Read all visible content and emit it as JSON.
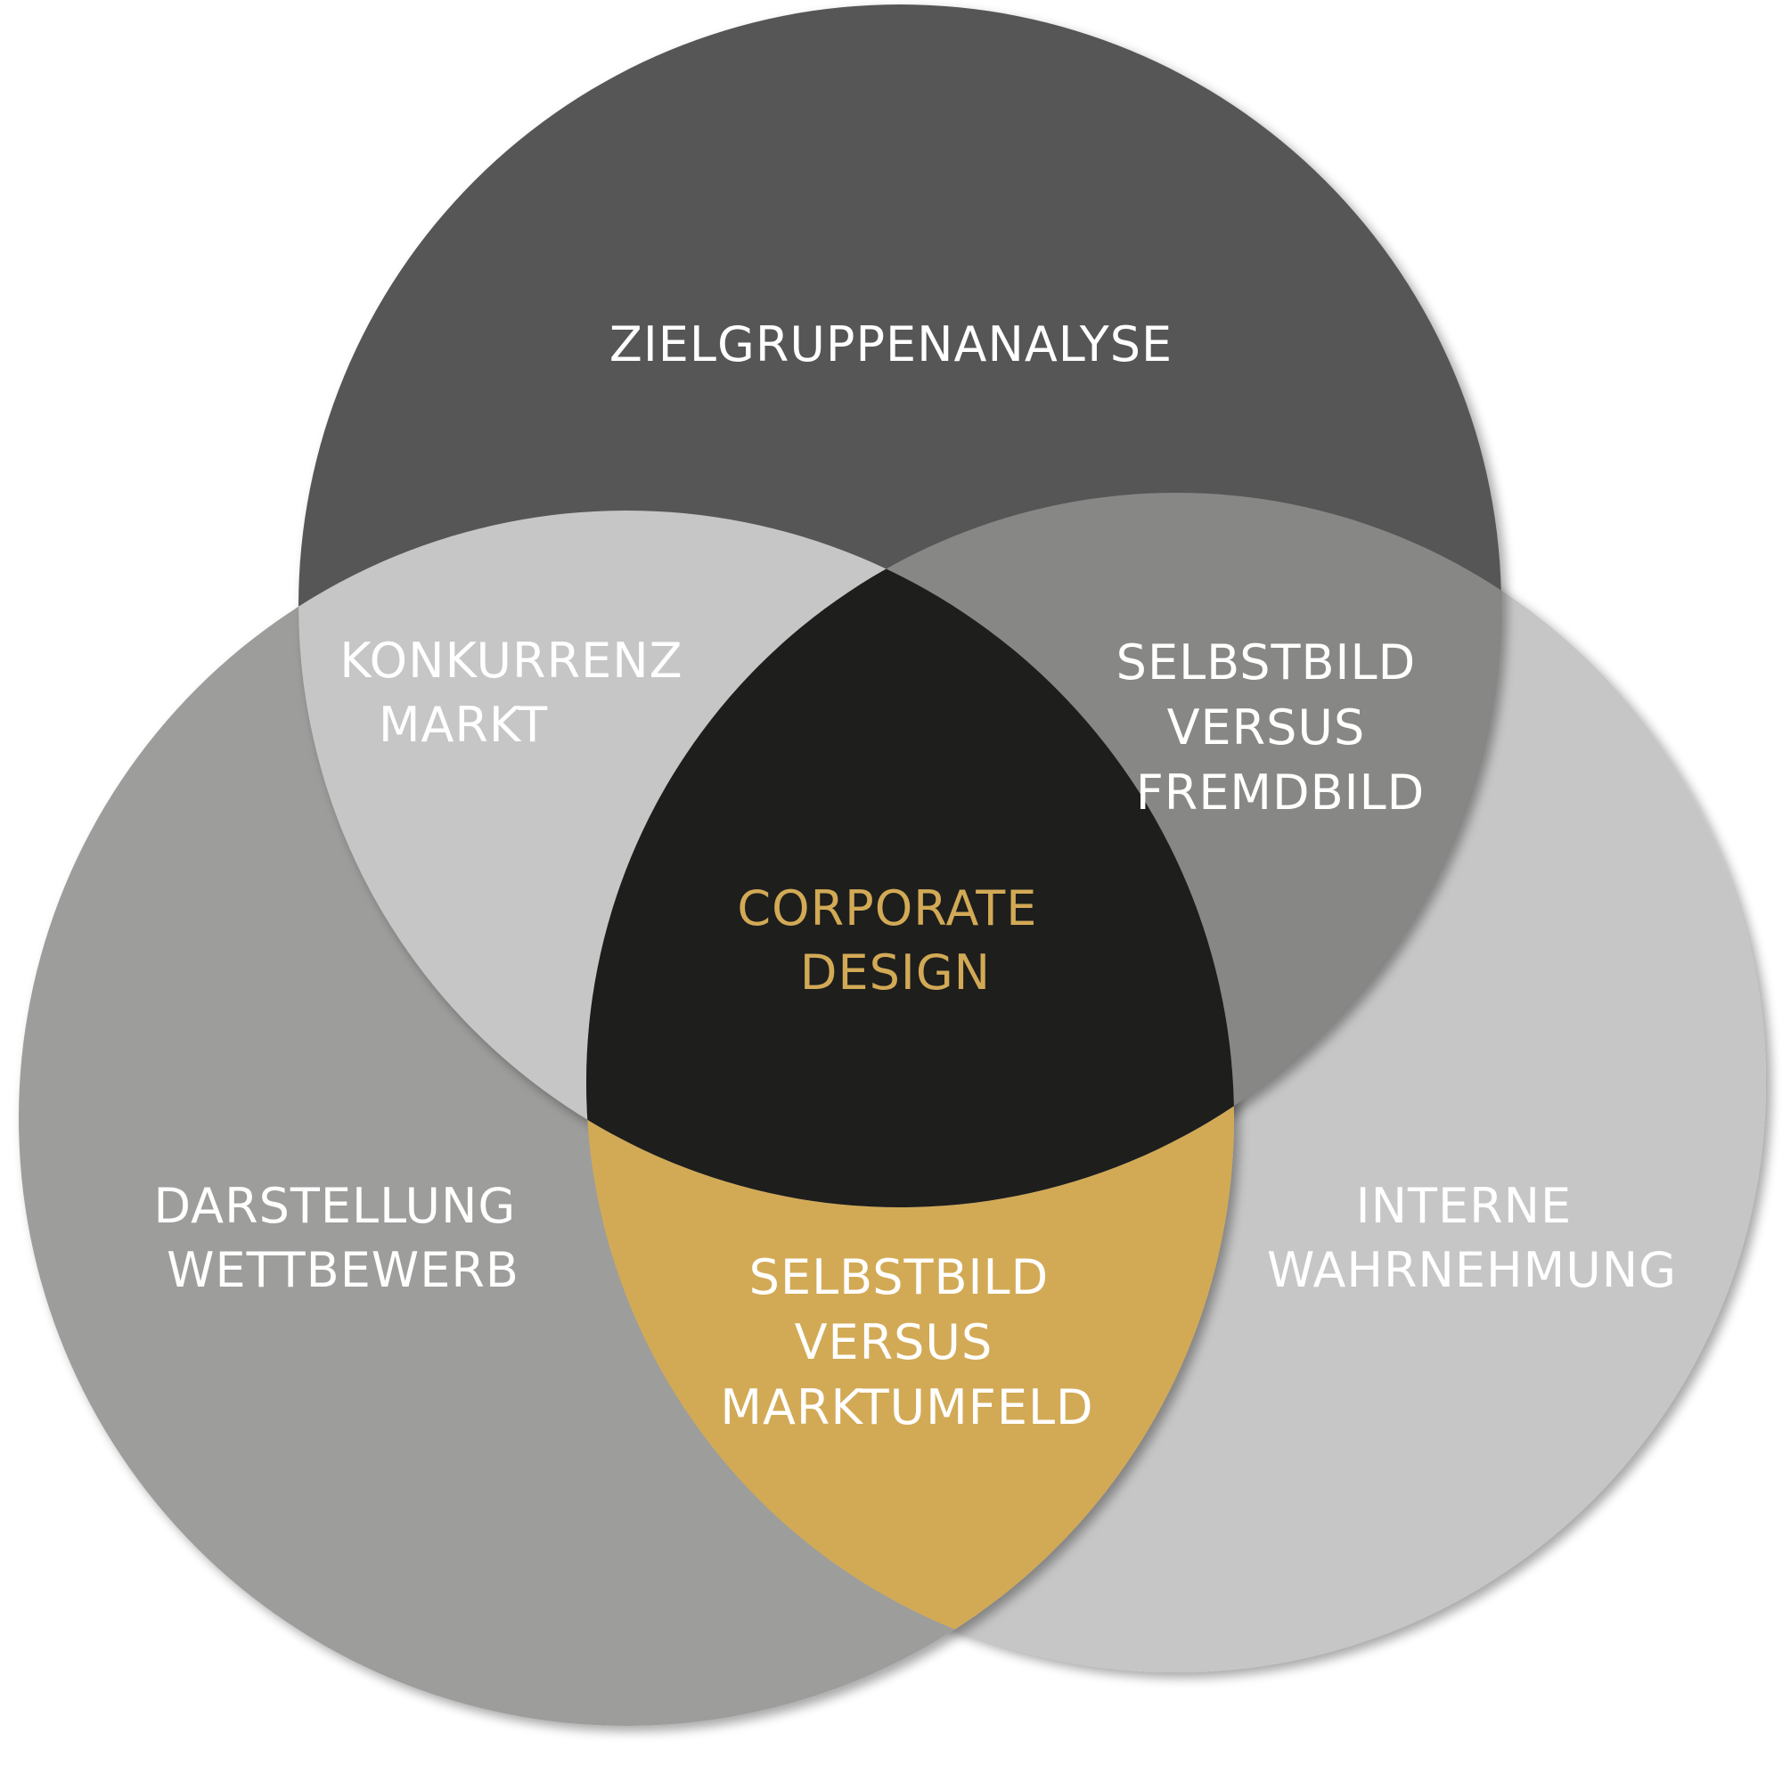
{
  "colors": {
    "top_circle": "#575757",
    "left_circle": "#9d9d9c",
    "right_circle": "#c6c6c6",
    "top_left_overlap": "#c6c6c6",
    "top_right_overlap": "#878785",
    "left_right_overlap": "#d2aa56",
    "center": "#1e1e1c",
    "label_light": "#ffffff",
    "label_accent": "#d2aa56"
  },
  "labels": {
    "top": [
      "ZIELGRUPPENANALYSE"
    ],
    "top_left": [
      "KONKURRENZ",
      "MARKT"
    ],
    "top_right": [
      "SELBSTBILD",
      "VERSUS",
      "FREMDBILD"
    ],
    "center": [
      "CORPORATE",
      "DESIGN"
    ],
    "left": [
      "DARSTELLUNG",
      "WETTBEWERB"
    ],
    "right": [
      "INTERNE",
      "WAHRNEHMUNG"
    ],
    "bottom": [
      "SELBSTBILD",
      "VERSUS",
      "MARKTUMFELD"
    ]
  }
}
